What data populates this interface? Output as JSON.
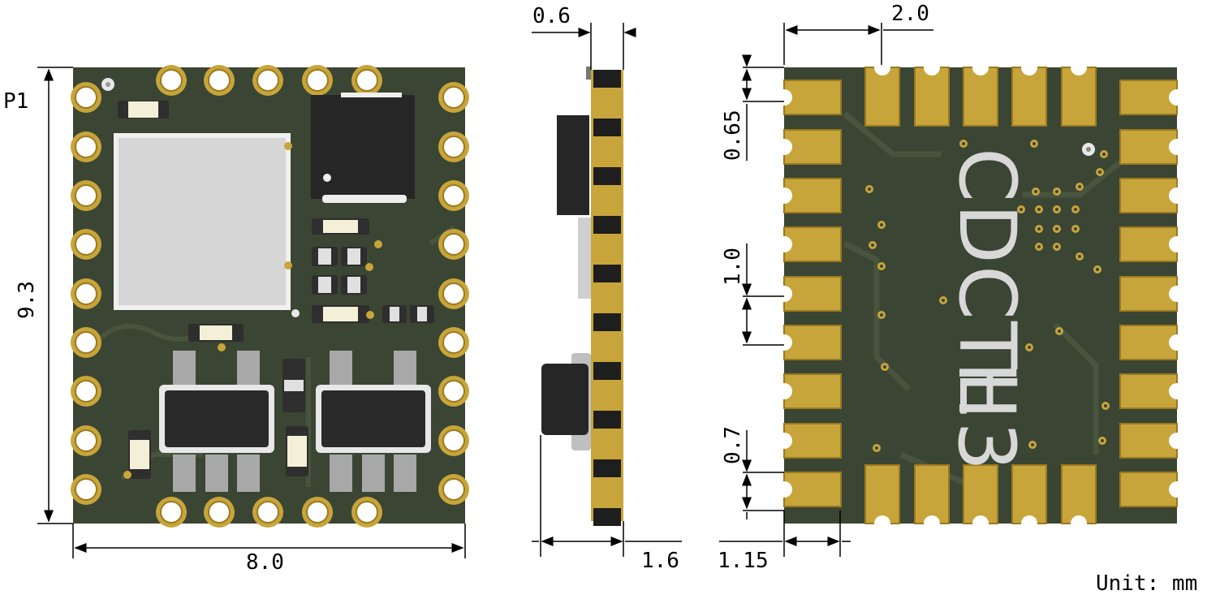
{
  "pin_label": "P1",
  "dimensions": {
    "width": "8.0",
    "height": "9.3",
    "header_width": "0.6",
    "total_thickness": "1.6",
    "pad_spacing_x": "2.0",
    "pad_pitch": "0.65",
    "pad_length": "1.0",
    "pad_width": "0.7",
    "pad_offset": "1.15"
  },
  "silkscreen": {
    "line1": "CDCTL",
    "line2": "H3"
  },
  "unit_note": "Unit: mm",
  "colors": {
    "pcb": "#3b4533",
    "pcb_trace": "#4a5540",
    "gold": "#c8a53a",
    "gold_dark": "#9a7a20",
    "ic_black": "#2b2b2b",
    "metal": "#e4e4e4",
    "silk": "#d8d8d8"
  }
}
